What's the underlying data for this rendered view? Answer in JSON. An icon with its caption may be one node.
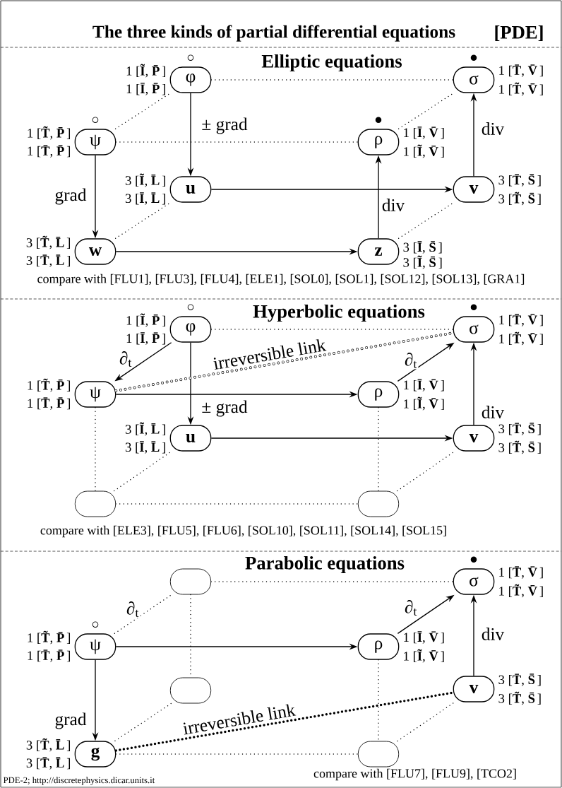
{
  "diagram": {
    "title": "The three kinds of partial differential equations",
    "nodes": [
      {
        "text": [
          "φ"
        ],
        "beside": [
          "◦",
          "1 [**Ĩ**, **P̄**]",
          "1 [**Ī**, **P̄**]"
        ]
      },
      {
        "text": [
          "σ"
        ],
        "beside": [
          "•",
          "1 [**T̄**, **V̄**]",
          "1 [**T̃**, **V̄**]"
        ]
      },
      {
        "text": [
          "ψ"
        ],
        "beside": [
          "◦",
          "1 [**T̃**, **P̄**]",
          "1 [**T̄**, **P̄**]"
        ]
      },
      {
        "text": [
          "ρ"
        ],
        "beside": [
          "•",
          "1 [**Ī**, **V̄**]",
          "1 [**Ĩ**, **V̄**]"
        ]
      },
      {
        "text": [
          "**u**"
        ],
        "beside": [
          "3 [**Ĩ**, **L̄**]",
          "3 [**Ī**, **L̄**]"
        ]
      },
      {
        "text": [
          "**v**"
        ],
        "beside": [
          "3 [**T̄**, **S̄**]",
          "3 [**T̃**, **S̄**]"
        ]
      },
      {
        "text": [
          "**w**"
        ],
        "beside": [
          "3 [**T̃**, **L̄**]",
          "3 [**T̄**, **L̄**]"
        ]
      },
      {
        "text": [
          "**z**"
        ],
        "beside": [
          "3 [**Ī**, **S̄**]",
          "3 [**Ĩ**, **S̄**]"
        ]
      },
      {
        "text": [
          "φ"
        ],
        "beside": [
          "◦",
          "1 [**Ĩ**, **P̄**]",
          "1 [**Ī**, **P̄**]"
        ]
      },
      {
        "text": [
          "σ"
        ],
        "beside": [
          "•",
          "1 [**T̄**, **V̄**]",
          "1 [**T̃**, **V̄**]"
        ]
      },
      {
        "text": [
          "ψ"
        ],
        "beside": [
          "1 [**T̃**, **P̄**]",
          "1 [**T̄**, **P̄**]"
        ]
      },
      {
        "text": [
          "ρ"
        ],
        "beside": [
          "1 [**Ī**, **V̄**]",
          "1 [**Ĩ**, **V̄**]"
        ]
      },
      {
        "text": [
          "**u**"
        ],
        "beside": [
          "3 [**Ĩ**, **L̄**]",
          "3 [**Ī**, **L̄**]"
        ]
      },
      {
        "text": [
          "**v**"
        ],
        "beside": [
          "3 [**T̄**, **S̄**]",
          "3 [**T̃**, **S̄**]"
        ]
      },
      {
        "text": [],
        "shape": "box"
      },
      {
        "text": [],
        "shape": "box"
      },
      {
        "text": [],
        "shape": "box"
      },
      {
        "text": [
          "σ"
        ],
        "beside": [
          "•",
          "1 [**T̄**, **V̄**]",
          "1 [**T̃**, **V̄**]"
        ]
      },
      {
        "text": [
          "ψ"
        ],
        "beside": [
          "◦",
          "1 [**T̃**, **P̄**]",
          "1 [**T̄**, **P̄**]"
        ]
      },
      {
        "text": [
          "ρ"
        ],
        "beside": [
          "1 [**Ī**, **V̄**]",
          "1 [**Ĩ**, **V̄**]"
        ]
      },
      {
        "text": [],
        "shape": "box"
      },
      {
        "text": [
          "**v**"
        ],
        "beside": [
          "3 [**T̄**, **S̄**]",
          "3 [**T̃**, **S̄**]"
        ]
      },
      {
        "text": [
          "**g**"
        ],
        "beside": [
          "3 [**T̃**, **L̄**]",
          "3 [**T̄**, **L̄**]"
        ]
      },
      {
        "text": [],
        "shape": "box"
      }
    ],
    "edges": [
      {
        "from": 0,
        "to": 4,
        "arrow": "to",
        "label": "± grad"
      },
      {
        "from": 2,
        "to": 6,
        "arrow": "to",
        "label": "grad"
      },
      {
        "from": 4,
        "to": 5,
        "arrow": "to"
      },
      {
        "from": 6,
        "to": 7,
        "arrow": "to"
      },
      {
        "from": 7,
        "to": 3,
        "arrow": "to",
        "label": "div"
      },
      {
        "from": 5,
        "to": 1,
        "arrow": "to",
        "label": "div"
      },
      {
        "from": 0,
        "to": 1,
        "arrow": "none",
        "style": "dashed"
      },
      {
        "from": 2,
        "to": 3,
        "arrow": "none",
        "style": "dashed"
      },
      {
        "from": 2,
        "to": 0,
        "arrow": "none",
        "style": "dashed"
      },
      {
        "from": 3,
        "to": 1,
        "arrow": "none",
        "style": "dashed"
      },
      {
        "from": 6,
        "to": 4,
        "arrow": "none",
        "style": "dashed"
      },
      {
        "from": 7,
        "to": 5,
        "arrow": "none",
        "style": "dashed"
      },
      {
        "from": 8,
        "to": 10,
        "arrow": "to",
        "label": "∂$_{t}$"
      },
      {
        "from": 8,
        "to": 12,
        "arrow": "to",
        "label": "± grad"
      },
      {
        "from": 10,
        "to": 11,
        "arrow": "to"
      },
      {
        "from": 11,
        "to": 9,
        "arrow": "to",
        "label": "∂$_{t}$"
      },
      {
        "from": 13,
        "to": 9,
        "arrow": "to",
        "label": "div"
      },
      {
        "from": 12,
        "to": 13,
        "arrow": "to"
      },
      {
        "from": 10,
        "to": 9,
        "arrow": "none",
        "style": "dashed",
        "label": "irreversible link"
      },
      {
        "from": 8,
        "to": 9,
        "arrow": "none",
        "style": "dashed"
      },
      {
        "from": 10,
        "to": 14,
        "arrow": "none",
        "style": "dashed"
      },
      {
        "from": 11,
        "to": 15,
        "arrow": "none",
        "style": "dashed"
      },
      {
        "from": 14,
        "to": 12,
        "arrow": "none",
        "style": "dashed"
      },
      {
        "from": 15,
        "to": 13,
        "arrow": "none",
        "style": "dashed"
      },
      {
        "from": 14,
        "to": 15,
        "arrow": "none",
        "style": "dashed"
      },
      {
        "from": 18,
        "to": 16,
        "arrow": "none",
        "style": "dashed",
        "label": "∂$_{t}$"
      },
      {
        "from": 18,
        "to": 19,
        "arrow": "to"
      },
      {
        "from": 19,
        "to": 17,
        "arrow": "to",
        "label": "∂$_{t}$"
      },
      {
        "from": 21,
        "to": 17,
        "arrow": "to",
        "label": "div"
      },
      {
        "from": 18,
        "to": 22,
        "arrow": "to",
        "label": "grad"
      },
      {
        "from": 22,
        "to": 21,
        "arrow": "none",
        "style": "dashed",
        "label": "irreversible link"
      },
      {
        "from": 16,
        "to": 17,
        "arrow": "none",
        "style": "dashed"
      },
      {
        "from": 16,
        "to": 20,
        "arrow": "none",
        "style": "dashed"
      },
      {
        "from": 19,
        "to": 23,
        "arrow": "none",
        "style": "dashed"
      },
      {
        "from": 22,
        "to": 20,
        "arrow": "none",
        "style": "dashed"
      },
      {
        "from": 23,
        "to": 21,
        "arrow": "none",
        "style": "dashed"
      },
      {
        "from": 22,
        "to": 23,
        "arrow": "none",
        "style": "dashed"
      }
    ],
    "labels": [
      "[PDE]",
      "Elliptic equations",
      "compare with [FLU1], [FLU3], [FLU4], [ELE1], [SOL0], [SOL1], [SOL12], [SOL13], [GRA1]",
      "Hyperbolic equations",
      "compare with [ELE3], [FLU5], [FLU6], [SOL10], [SOL11], [SOL14], [SOL15]",
      "Parabolic equations",
      "compare with [FLU7], [FLU9], [TCO2]",
      "PDE-2; http://discretephysics.dicar.units.it"
    ]
  }
}
